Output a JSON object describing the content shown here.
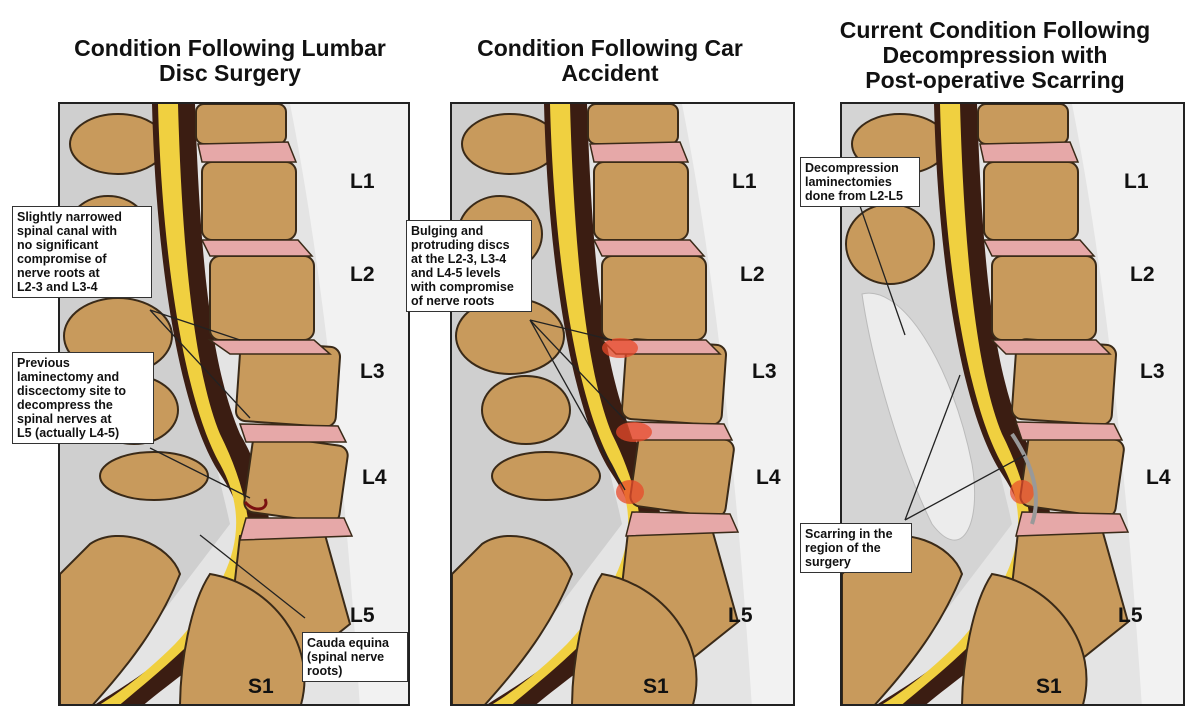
{
  "titles": [
    {
      "lines": [
        "Condition Following Lumbar",
        "Disc Surgery"
      ]
    },
    {
      "lines": [
        "Condition Following Car",
        "Accident"
      ]
    },
    {
      "lines": [
        "Current Condition Following",
        "Decompression with",
        "Post-operative Scarring"
      ]
    }
  ],
  "vertebra_labels": [
    "L1",
    "L2",
    "L3",
    "L4",
    "L5",
    "S1"
  ],
  "callouts": {
    "p1_narrowed": [
      "Slightly narrowed",
      "spinal canal with",
      "no significant",
      "compromise of",
      "nerve roots at",
      "L2-3 and L3-4"
    ],
    "p1_previous": [
      "Previous",
      "laminectomy and",
      "discectomy site to",
      "decompress the",
      "spinal nerves at",
      "L5 (actually L4-5)"
    ],
    "p1_cauda": [
      "Cauda equina",
      "(spinal nerve",
      "roots)"
    ],
    "p2_bulging": [
      "Bulging and",
      "protruding discs",
      "at the L2-3, L3-4",
      "and L4-5 levels",
      "with compromise",
      "of nerve roots"
    ],
    "p3_decompression": [
      "Decompression",
      "laminectomies",
      "done from L2-L5"
    ],
    "p3_scarring": [
      "Scarring in the",
      "region of the",
      "surgery"
    ]
  },
  "colors": {
    "bone": "#c89a5c",
    "bone_outline": "#3a2a18",
    "disc": "#e6a8a8",
    "cord": "#f0d040",
    "canal": "#3b1d12",
    "soft_tissue": "#d9d9d9",
    "inflamed": "#e84a2a"
  }
}
